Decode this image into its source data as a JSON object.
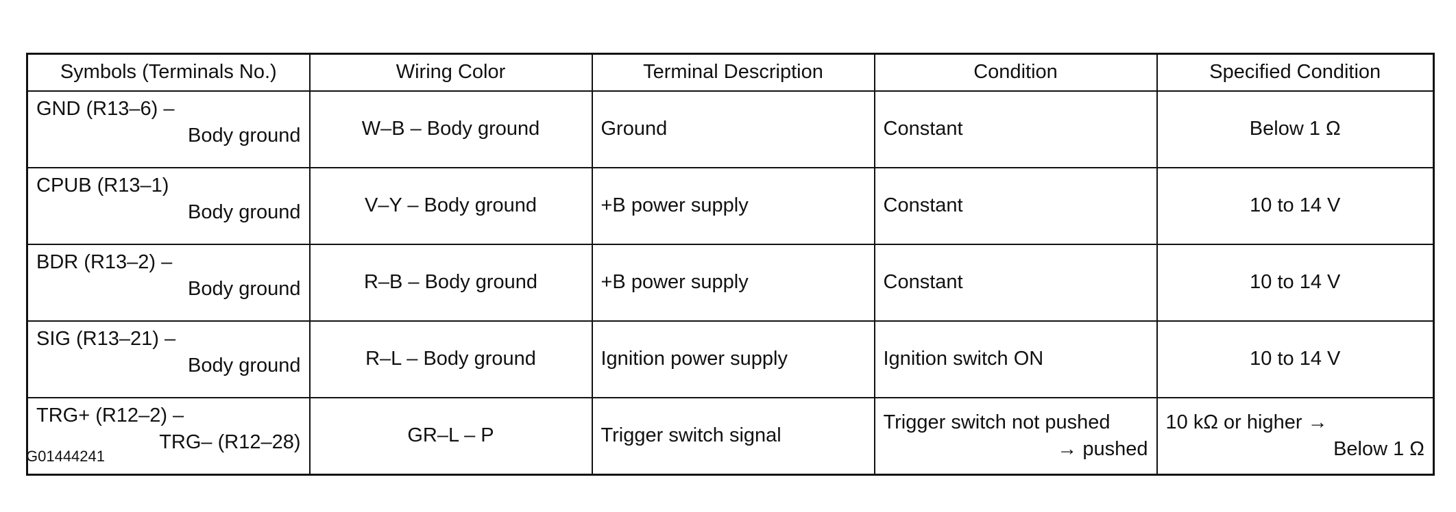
{
  "table": {
    "headers": [
      "Symbols (Terminals No.)",
      "Wiring Color",
      "Terminal Description",
      "Condition",
      "Specified Condition"
    ],
    "rows": [
      {
        "symbol_line1": "GND (R13–6) –",
        "symbol_line2": "Body ground",
        "wiring_color": "W–B – Body ground",
        "description": "Ground",
        "condition": "Constant",
        "specified": "Below 1 Ω"
      },
      {
        "symbol_line1": "CPUB (R13–1)",
        "symbol_line2": "Body ground",
        "wiring_color": "V–Y – Body ground",
        "description": "+B  power supply",
        "condition": "Constant",
        "specified": "10 to 14 V"
      },
      {
        "symbol_line1": "BDR (R13–2) –",
        "symbol_line2": "Body ground",
        "wiring_color": "R–B – Body ground",
        "description": "+B  power supply",
        "condition": "Constant",
        "specified": "10 to 14 V"
      },
      {
        "symbol_line1": "SIG (R13–21) –",
        "symbol_line2": "Body ground",
        "wiring_color": "R–L – Body ground",
        "description": "Ignition power supply",
        "condition": "Ignition switch ON",
        "specified": "10 to 14 V"
      },
      {
        "symbol_line1": "TRG+ (R12–2) –",
        "symbol_line2": "TRG– (R12–28)",
        "wiring_color": "GR–L – P",
        "description": "Trigger switch signal",
        "condition_line1": "Trigger switch not pushed",
        "condition_line2": "→ pushed",
        "specified_line1": "10 kΩ or higher →",
        "specified_line2": "Below 1 Ω"
      }
    ]
  },
  "figure_id": "G01444241"
}
